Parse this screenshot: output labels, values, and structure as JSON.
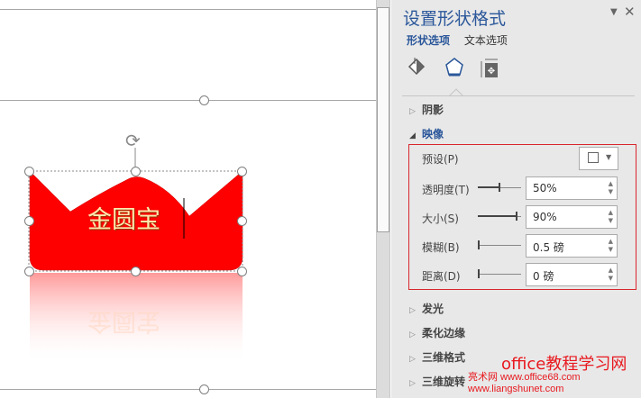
{
  "canvas": {
    "shape_text": "金圆宝",
    "shape_color": "#ff0000"
  },
  "panel": {
    "title": "设置形状格式",
    "tabs": [
      "形状选项",
      "文本选项"
    ],
    "accent": "#2b579a",
    "sections_before": [
      {
        "label": "阴影"
      }
    ],
    "open_section": "映像",
    "preset": {
      "label": "预设(P)",
      "key": "P"
    },
    "rows": [
      {
        "label": "透明度(T)",
        "value": "50%",
        "fraction": 0.5
      },
      {
        "label": "大小(S)",
        "value": "90%",
        "fraction": 0.9
      },
      {
        "label": "模糊(B)",
        "value": "0.5 磅",
        "fraction": 0.0
      },
      {
        "label": "距离(D)",
        "value": "0 磅",
        "fraction": 0.0
      }
    ],
    "sections_after": [
      {
        "label": "发光"
      },
      {
        "label": "柔化边缘"
      },
      {
        "label": "三维格式"
      },
      {
        "label": "三维旋转"
      }
    ]
  },
  "watermark": {
    "line1": "office教程学习网",
    "line2": "亮术网 www.office68.com www.liangshunet.com"
  }
}
